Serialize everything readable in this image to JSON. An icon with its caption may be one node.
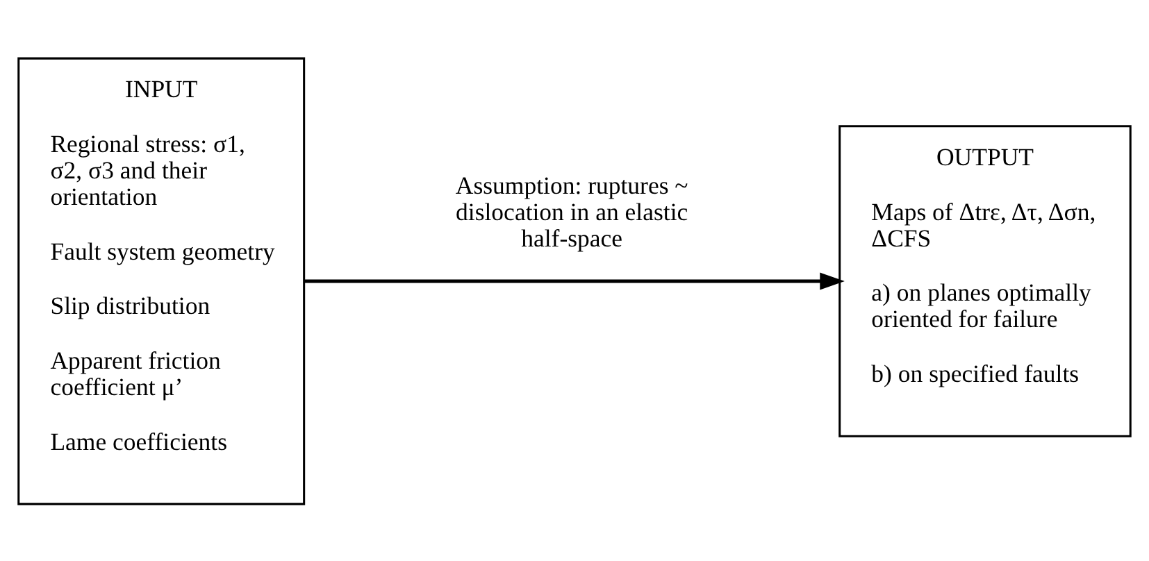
{
  "diagram": {
    "nodes": [
      {
        "text": [
          "INPUT",
          "Regional stress: σ1, σ2, σ3 and their orientation",
          "Fault system geometry",
          "Slip distribution",
          "Apparent friction coefficient μ’",
          "Lame coefficients"
        ]
      },
      {
        "text": [
          "OUTPUT",
          "Maps of Δtrε, Δτ, Δσn, ΔCFS",
          "a) on planes optimally oriented for failure",
          "b) on specified faults"
        ]
      }
    ],
    "edges": [
      {
        "from": 0,
        "to": 1,
        "arrow": "to",
        "label": "Assumption: ruptures ~ dislocation in an elastic half-space"
      }
    ]
  }
}
